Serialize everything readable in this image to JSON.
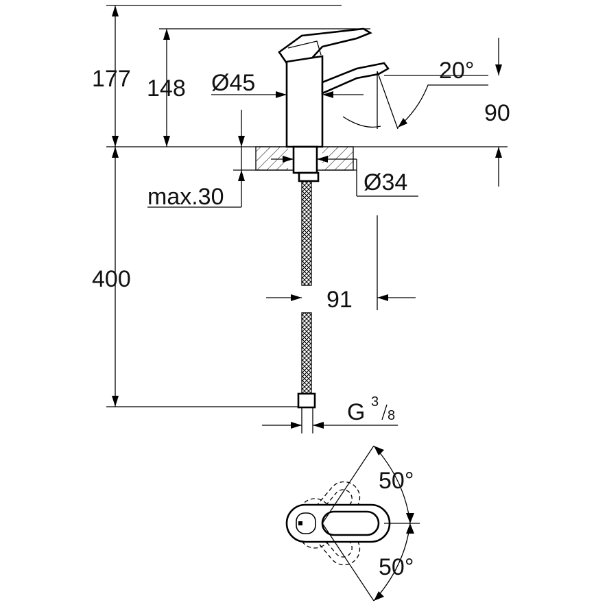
{
  "drawing": {
    "dimensions": {
      "total_height": "177",
      "body_height": "148",
      "body_diameter": "Ø45",
      "spout_angle": "20°",
      "spout_height": "90",
      "base_diameter": "Ø34",
      "max_deck_thickness": "max.30",
      "hose_length": "400",
      "spout_reach": "91",
      "connection_thread_prefix": "G",
      "connection_thread_num": "3",
      "connection_thread_den": "8",
      "lever_angle_top": "50°",
      "lever_angle_bottom": "50°"
    }
  }
}
